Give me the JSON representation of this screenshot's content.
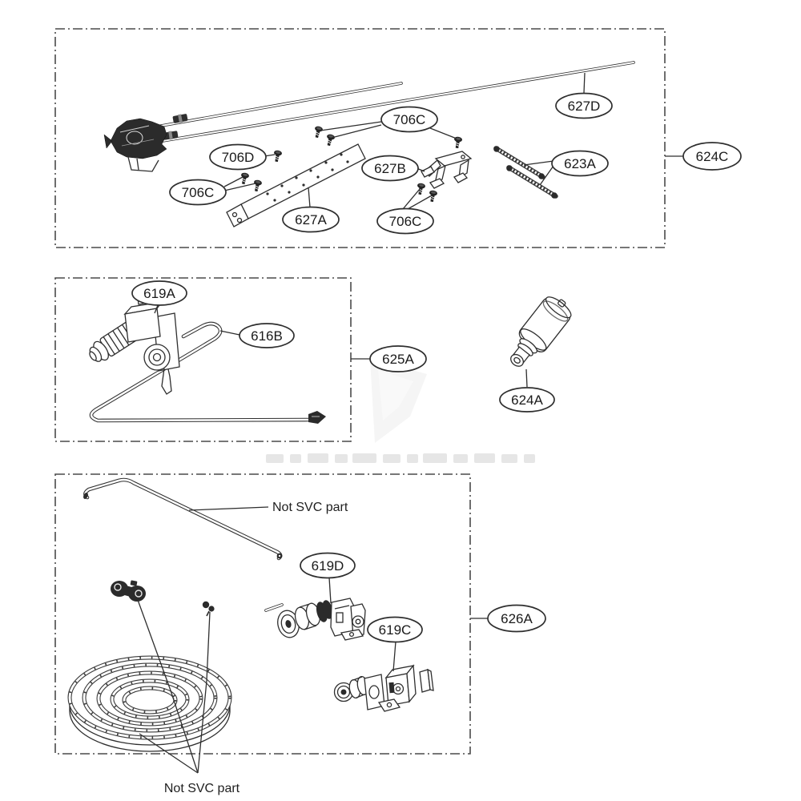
{
  "page": {
    "background": "#ffffff",
    "line_color": "#2e2e2e"
  },
  "callouts": [
    {
      "text": "706C"
    },
    {
      "text": "627D"
    },
    {
      "text": "624C"
    },
    {
      "text": "706D"
    },
    {
      "text": "623A"
    },
    {
      "text": "627B"
    },
    {
      "text": "706C"
    },
    {
      "text": "627A"
    },
    {
      "text": "706C"
    },
    {
      "text": "619A"
    },
    {
      "text": "616B"
    },
    {
      "text": "625A"
    },
    {
      "text": "624A"
    },
    {
      "text": "619D"
    },
    {
      "text": "626A"
    },
    {
      "text": "619C"
    }
  ],
  "notes": {
    "top": "Not SVC part",
    "bottom": "Not SVC part"
  },
  "sections": [
    {
      "group_callout": "624C",
      "contains": [
        "627D",
        "706C",
        "706D",
        "627B",
        "623A",
        "627A"
      ]
    },
    {
      "group_callout": "625A",
      "contains": [
        "619A",
        "616B"
      ]
    },
    {
      "group_callout": "626A",
      "contains": [
        "619D",
        "619C"
      ]
    },
    {
      "standalone": "624A"
    }
  ]
}
